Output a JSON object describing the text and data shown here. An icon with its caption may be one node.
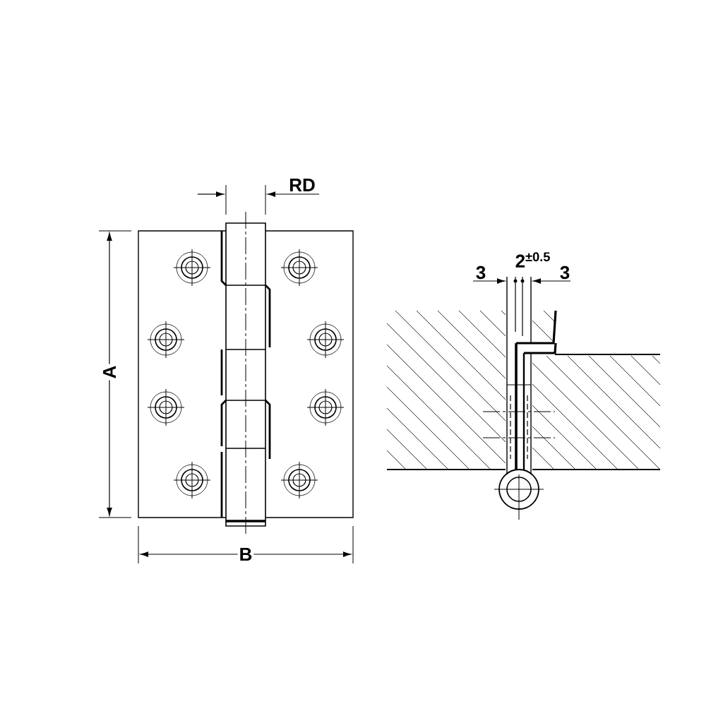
{
  "diagram": {
    "labels": [
      "RD",
      "A",
      "B",
      "3",
      "2$^{±0.5}$",
      "3"
    ]
  }
}
